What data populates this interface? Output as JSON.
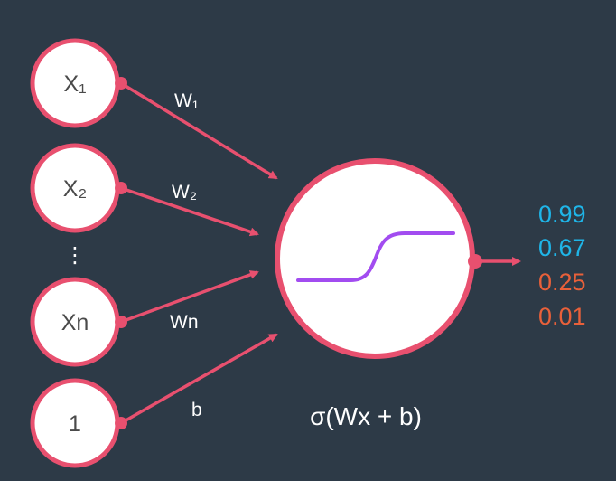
{
  "colors": {
    "background": "#2d3a47",
    "node_fill": "#ffffff",
    "node_stroke": "#e8506f",
    "edge": "#e8506f",
    "sigmoid_curve": "#a24cf0",
    "output_high": "#1fb5e8",
    "output_low": "#e8603a",
    "text_dark": "#4a4a4a",
    "text_light": "#ffffff"
  },
  "inputs": [
    {
      "label": "X₁"
    },
    {
      "label": "X₂"
    },
    {
      "label": "Xn"
    },
    {
      "label": "1"
    }
  ],
  "ellipsis": "⋮",
  "weights": [
    "W₁",
    "W₂",
    "Wn",
    "b"
  ],
  "neuron": {
    "formula": "σ(Wx + b)",
    "icon": "sigmoid-curve-icon"
  },
  "outputs": [
    {
      "value": "0.99",
      "tone": "high"
    },
    {
      "value": "0.67",
      "tone": "high"
    },
    {
      "value": "0.25",
      "tone": "low"
    },
    {
      "value": "0.01",
      "tone": "low"
    }
  ]
}
